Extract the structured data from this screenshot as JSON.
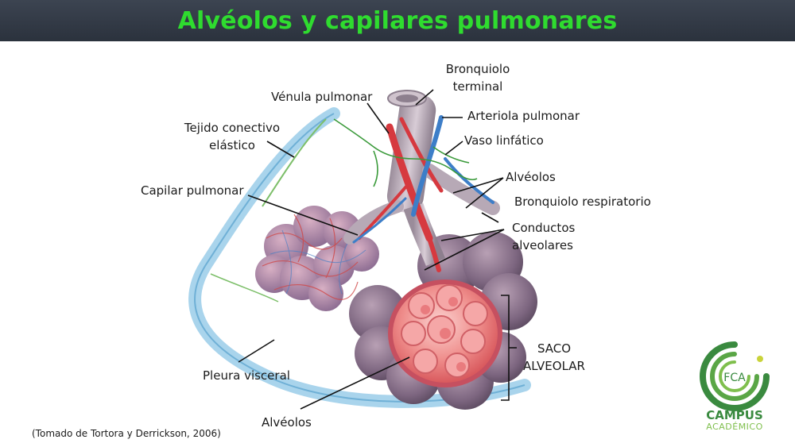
{
  "title": "Alvéolos y capilares pulmonares",
  "labels": {
    "bronquiolo_terminal": [
      "Bronquiolo",
      "terminal"
    ],
    "venula_pulmonar": "Vénula pulmonar",
    "arteriola_pulmonar": "Arteriola pulmonar",
    "vaso_linfatico": "Vaso linfático",
    "tejido_conectivo": [
      "Tejido conectivo",
      "elástico"
    ],
    "alveolos_top": "Alvéolos",
    "bronquiolo_respiratorio": "Bronquiolo respiratorio",
    "capilar_pulmonar": "Capilar pulmonar",
    "conductos_alveolares": [
      "Conductos",
      "alveolares"
    ],
    "saco_alveolar": [
      "SACO",
      "ALVEOLAR"
    ],
    "pleura_visceral": "Pleura visceral",
    "alveolos_bottom": "Alvéolos"
  },
  "caption": "(Tomado de Tortora y Derrickson, 2006)",
  "logo": {
    "emblem": "FCA",
    "title": "CAMPUS",
    "subtitle": "ACADÉMICO"
  },
  "colors": {
    "title_bar": "#2f3642",
    "title_text": "#2fdc2f",
    "logo_green": "#3a8a3f"
  }
}
